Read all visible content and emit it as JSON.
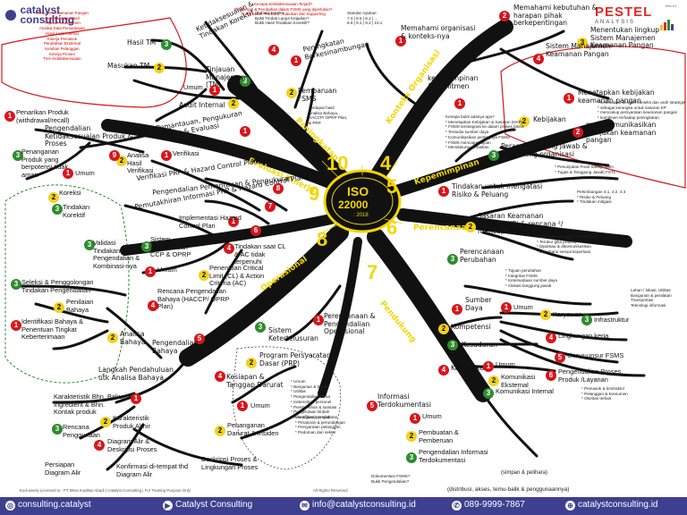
{
  "brand": {
    "name_line1": "catalyst",
    "name_line2": "consulting"
  },
  "page_no": "Rev.01",
  "pestel": {
    "title": "PESTEL",
    "subtitle": "ANALYSIS"
  },
  "center": {
    "title": "ISO",
    "subtitle": "22000",
    "year": ": 2018"
  },
  "clauses": {
    "c4": {
      "num": "4",
      "label": "Konteks Organisasi"
    },
    "c5": {
      "num": "5",
      "label": "Kepemimpinan"
    },
    "c6": {
      "num": "6",
      "label": "Perencanaan"
    },
    "c7": {
      "num": "7",
      "label": "Pendukung"
    },
    "c8": {
      "num": "8",
      "label": "Operasional"
    },
    "c9": {
      "num": "9",
      "label": "Evaluasi Kinerja"
    },
    "c10": {
      "num": "10",
      "label": "Peningkatan"
    }
  },
  "labels": {
    "k4_1": "Memahami organisasi & konteks-nya",
    "k4_2": "Memahami kebutuhan & harapan pihak berkepentingan",
    "k4_3": "Menentukan lingkup Sistem Manajemen Keamanan Pangan",
    "k4_4": "Sistem Manajemen Keamanan Pangan",
    "k5_1": "kepemimpinan & komitmen",
    "k5_2": "Kebijakan",
    "k5_2a": "Menetapkan kebijakan keamanan pangan",
    "k5_2b": "mengkomunikasikan kebijakan keamanan pangan",
    "k5_3": "Peran, Tanggung Jawab & wewenang organisasi",
    "k6_1": "Tindakan untuk mengatasi Risiko & Peluang",
    "k6_2": "Sasaran Keamanan Pangan (KP) & rencana ²/ mencapainya",
    "k6_3": "Perencanaan Perubahan",
    "k7_1": "Sumber Daya",
    "k7_1a": "Umum",
    "k7_1b": "Karyawan",
    "k7_1c": "Infrastruktur",
    "k7_1d": "Lingkungan kerja",
    "k7_1e": "Unsur-unsur FSMS",
    "k7_1f": "Pengendalian Proses, Produk /Layanan",
    "k7_2": "Kompetensi",
    "k7_3": "Kesadaran",
    "k7_4": "Komunikasi",
    "k7_4a": "Umum",
    "k7_4b": "Komunikasi Eksternal",
    "k7_4c": "Komunikasi Internal",
    "k7_5": "Informasi Terdokumentasi",
    "k7_5a": "Umum",
    "k7_5b": "Pembuatan & Pemberuan",
    "k7_5c": "Pengendalian Informasi Terdokumentasi",
    "k8_1": "Perencanaan & Pengendalian Operasional",
    "k8_2": "Program Persyaratan Dasar (PRP)",
    "k8_3": "Sistem Ketertelusuran",
    "k8_4": "Kesiapan & Tanggap Darurat",
    "k8_4a": "Umum",
    "k8_4b": "Penanganan Darurat & Insiden",
    "k8_5": "Pengendalian Bahaya",
    "k8_5a": "Langkah Pendahuluan utk Analisa Bahaya",
    "k8_5b": "Karakteristik Bhn. Baku, Ingredient & Bhn. Kontak produk",
    "k8_5c": "Karakteristik Produk Akhir",
    "k8_5d": "Rencana Penggunaan",
    "k8_5e": "Diagram Alir & Deskripsi Proses",
    "k8_5f": "Persiapan Diagram Alir",
    "k8_5g": "Konfirmasi di-tempat thd Diagram Alir",
    "k8_5h": "Deskripsi Proses & Lingkungan Proses",
    "k8_5i": "Analisa Bahaya",
    "k8_5j": "Identifikasi Bahaya & Penentuan Tingkat Keberterimaan",
    "k8_5k": "Penilaian Bahaya",
    "k8_5l": "Seleksi & Penggolongan Tindakan Pengendalian",
    "k8_5m": "Validasi Tindakan Pengendalian & Kombinasi-nya",
    "k8_5n": "Rencana Pengendalian Bahaya (HACCP/ OPRP Plan)",
    "k8_5o": "Sistem Pemantauan CCP & OPRP",
    "k8_5p": "Penentuan Critical Limit (CL) & Action Criteria (AC)",
    "k8_5q": "Tindakan saat CL & AC tidak terpenuhi",
    "k8_5r": "Implementasi Hazard Control Plan",
    "k8_5s": "Umum",
    "k8_6": "Pemutakhiran Informasi PRP & Hazard Control Plan",
    "k8_7": "Verifikasi PRP & Hazard Control Plan",
    "k8_7a": "Verifikasi",
    "k8_7b": "Analisa Hasil Verifikasi",
    "k8_8": "Pengendalian Pemantauan & Pengukuran",
    "k8_9": "Pengendalian Ketidaksesuaian Produk & Proses",
    "k8_9a": "Penarikan Produk (withdrawal/recall)",
    "k8_9b": "Penanganan Produk yang berpotensi tidak aman",
    "k8_9c": "Koreksi",
    "k8_9d": "Tindakan Korektif",
    "k8_9e": "Umum",
    "k9_1": "Pemantauan, Pengukuran Analisa & Evaluasi",
    "k9_2": "Audit Internal",
    "k9_3": "Tinjauan Manajemen (TM)",
    "k9_3a": "Umum",
    "k9_3b": "Masukan TM",
    "k9_3c": "Hasil TM",
    "k9_4": "Ketidaksesuaian & Tindakan Korektif",
    "k10_1": "Peningkatan Berkesinambungan",
    "k10_2": "Pembaruan FSMS"
  },
  "notes": {
    "n_top_red": "Kenapa Ketidaksesuaian Terjadi?\nPemberian & Perubahan dalam FSMS yang diperlukan?\nTI Kai kasus \"Revansi\", Lakukan dan Supporting",
    "n_ketidak": "(Bahan) Koreksi\nBukti Tindak Lanjut Kejadian?\nBukti Hasil Tindakan Korektif?",
    "n_iso": "Standar rujukan:\n7.4 | 8.5 | 8.2 | ...\n8.6 | 9.1 | 9.2 | 10.1",
    "n_fsms": "Terdapat hasil\nAnalisa Bahaya,\nHACCP/ OPRP Plan,\n& PRP",
    "n_leadership": "Kenapa bukti adanya apa?\n* Menetapkan Kebijakan & Sasaran (KKP)\n* FSMS terintegrasi ke dalam proses bisnis\n* Tersedia sumber daya\n* Komunikasikan pentingnya FSMS\n* FSMS mencapai tujuan\n* Mendukung perbaikan",
    "n_kebijakan": "* kesesuaian dengan konteks dan arah strategis\n* sebagai kerangka untuk sasaran KP\n* mencakup persyaratan keamanan pangan\n* komitmen terhadap peningkatan",
    "n_peran": "* Penunjukan Food Safety Team\n* Tugas & Tanggung Jawab FSTL",
    "n_risiko": "Pertimbangan 4.1, 4.2, 4.3\n* Risiko & Peluang\n* Tindakan mitigasi",
    "n_sasaran": "* Konsisten dengan Kebijakan KP\n* Terukur (jika praktis)\n* Dipantau & dikomunikasikan\n* Diperbarui sesuai keperluan",
    "n_perubahan": "* Tujuan perubahan\n* Integritas FSMS\n* Ketersediaan sumber daya\n* Alokasi tanggung jawab",
    "n_sdm": "Lahan / lokasi, Utilitas\nBangunan & peralatan\nTransportasi\nTeknologi informasi",
    "n_prp": "* Umum\n* Bangunan & layout\n* Utilitas\n* Pengendalian hama\n* Kebersihan personel\n* Pembersihan & sanitasi\n* Pengelolaan limbah\n* Penanganan produk",
    "n_safety": "Identifikasi persyaratan\n* Peraturan & perundangan\n* Persyaratan pelanggan\n* Pedoman dari sektor",
    "n_ext": "* Pemasok & kontraktor\n* Pelanggan & konsumen\n* Otoritas terkait",
    "n_doc": "Dokumentasi FSMS?\nBukti Pengendalian?",
    "n_bot": "(distribusi, akses, temu-balik & penggunaannya)",
    "n_bot2": "(simpan & pelihara)",
    "n_red_left": "Peran Tim Keamanan Pangan\nPertimbangan Hasil\nTinjauan Manajemen\nAnalisa Data Pemantauan\nHasil Audit Internal\nKinerja Pemasok\nPerubahan Eksternal\nKeluhan Pelanggan\nKinerja Proses\nTren Ketidaksesuaian"
  },
  "footer": {
    "disclaimer": "Exclusively Licensed to : PT Mitra Kualitas Abadi | Catalyst Consulting | For Training Purpose Only",
    "rights": "All Rights Reserved",
    "instagram": "consulting.catalyst",
    "youtube": "Catalyst Consulting",
    "email": "info@catalystconsulting.id",
    "phone": "089-9999-7867",
    "web": "catalystconsulting.id"
  },
  "colors": {
    "accent": "#f4d600",
    "trunk": "#111111",
    "red": "#d8151c",
    "footer": "#3f3f8f"
  }
}
